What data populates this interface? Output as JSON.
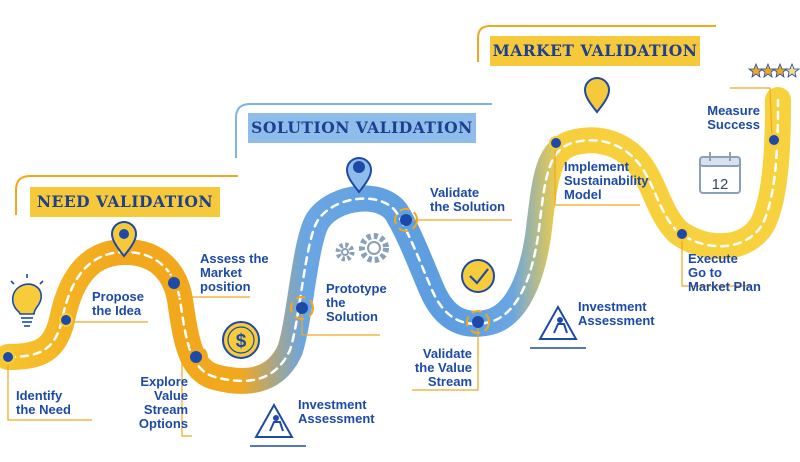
{
  "stages": {
    "need": "NEED VALIDATION",
    "solution": "SOLUTION VALIDATION",
    "market": "MARKET VALIDATION"
  },
  "steps": {
    "identify_need": "Identify\nthe Need",
    "propose_idea": "Propose\nthe Idea",
    "assess_market": "Assess the\nMarket\nposition",
    "explore_value": "Explore\nValue\nStream\nOptions",
    "investment1": "Investment\nAssessment",
    "prototype": "Prototype\nthe\nSolution",
    "validate_solution": "Validate\nthe Solution",
    "validate_value": "Validate\nthe Value\nStream",
    "investment2": "Investment\nAssessment",
    "implement": "Implement\nSustainability\nModel",
    "execute": "Execute\nGo to\nMarket Plan",
    "measure": "Measure\nSuccess"
  },
  "calendar_day": "12",
  "colors": {
    "yellow": "#f7cc3a",
    "orange": "#f2a81d",
    "blue": "#5fa0e0",
    "dark_blue": "#1d4aa8",
    "banner_yellow": "#f6c93b",
    "banner_blue": "#8fbdeb"
  },
  "icons": [
    "lightbulb-icon",
    "dollar-coin-icon",
    "gears-icon",
    "checkmark-icon",
    "calendar-icon",
    "stars-icon",
    "investment-person-icon"
  ]
}
